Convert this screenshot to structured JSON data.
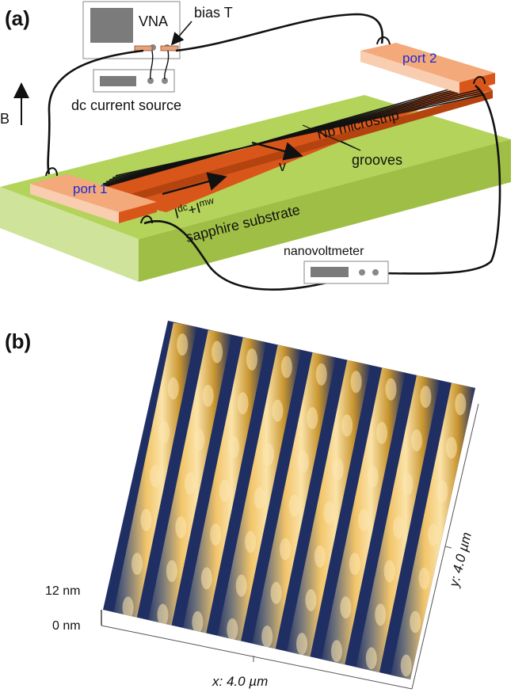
{
  "panel_a": {
    "label": "(a)",
    "vna_label": "VNA",
    "bias_t_label": "bias T",
    "dc_source_label": "dc current source",
    "b_field_label": "B",
    "port1_label": "port  1",
    "port2_label": "port  2",
    "nb_microstrip_label": "Nb microstrip",
    "grooves_label": "grooves",
    "velocity_label": "v",
    "current_label_main": "I",
    "current_sup_dc": "dc",
    "current_plus": "+I",
    "current_sup_mw": "mw",
    "substrate_label": "sapphire substrate",
    "nanovoltmeter_label": "nanovoltmeter"
  },
  "panel_b": {
    "label": "(b)",
    "z_top_label": "12 nm",
    "z_bottom_label": "0 nm",
    "x_axis_label": "x: 4.0 µm",
    "y_axis_label": "y: 4.0 µm"
  },
  "colors": {
    "substrate_top": "#b4d35a",
    "substrate_front": "#cfe39a",
    "substrate_side": "#9fbe45",
    "microstrip": "#d9561a",
    "pad": "#f4a97a",
    "wire": "#111111",
    "afm_peak": "#f2c56a",
    "afm_valley": "#1f2f63"
  }
}
